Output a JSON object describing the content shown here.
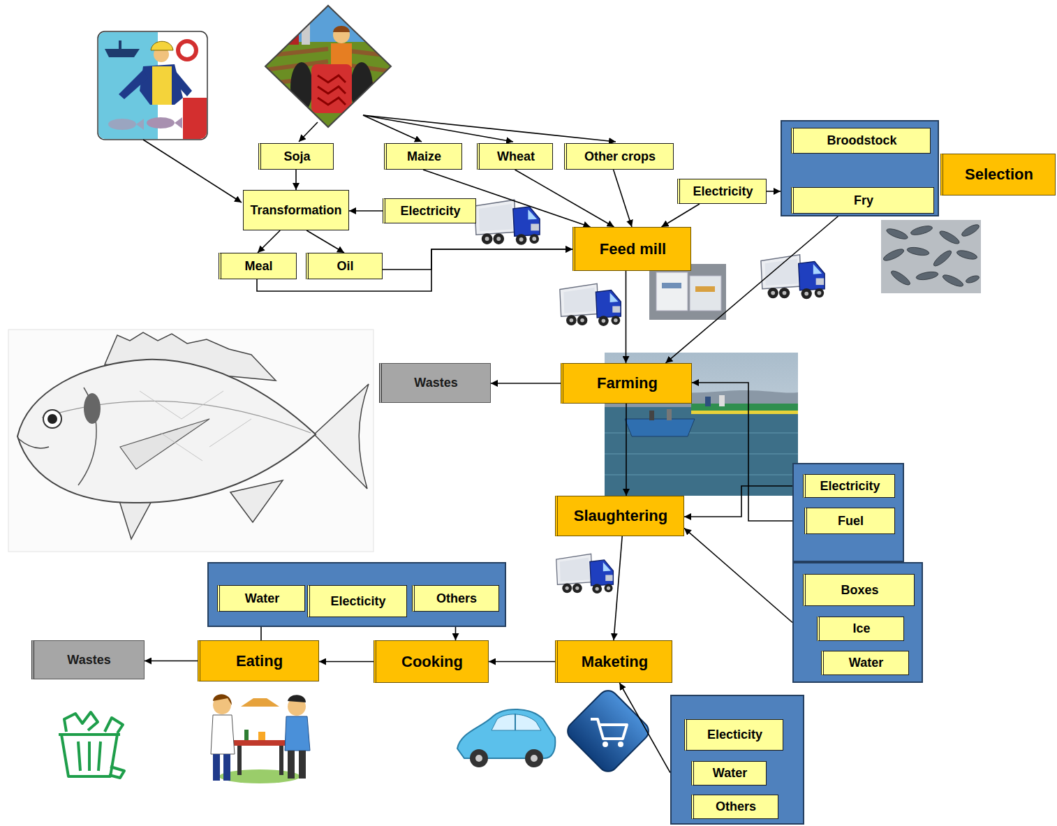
{
  "diagram": {
    "nodes": [
      {
        "text": [
          "Soja"
        ]
      },
      {
        "text": [
          "Maize"
        ]
      },
      {
        "text": [
          "Wheat"
        ]
      },
      {
        "text": [
          "Other crops"
        ]
      },
      {
        "text": []
      },
      {
        "text": [
          "Broodstock"
        ],
        "in": 4
      },
      {
        "text": [
          "Fry"
        ],
        "in": 4
      },
      {
        "text": [
          "Selection"
        ]
      },
      {
        "text": [
          "Transformation"
        ]
      },
      {
        "text": [
          "Electricity"
        ]
      },
      {
        "text": [
          "Electricity"
        ]
      },
      {
        "text": [
          "Meal"
        ]
      },
      {
        "text": [
          "Oil"
        ]
      },
      {
        "text": [
          "Feed mill"
        ]
      },
      {
        "text": [
          "Wastes"
        ]
      },
      {
        "text": [
          "Farming"
        ]
      },
      {
        "text": []
      },
      {
        "text": [
          "Electricity"
        ],
        "in": 16
      },
      {
        "text": [
          "Fuel"
        ],
        "in": 16
      },
      {
        "text": [
          "Slaughtering"
        ]
      },
      {
        "text": []
      },
      {
        "text": [
          "Boxes"
        ],
        "in": 20
      },
      {
        "text": [
          "Ice"
        ],
        "in": 20
      },
      {
        "text": [
          "Water"
        ],
        "in": 20
      },
      {
        "text": []
      },
      {
        "text": [
          "Water"
        ],
        "in": 24
      },
      {
        "text": [
          "Electicity"
        ],
        "in": 24
      },
      {
        "text": [
          "Others"
        ],
        "in": 24
      },
      {
        "text": [
          "Wastes"
        ]
      },
      {
        "text": [
          "Eating"
        ]
      },
      {
        "text": [
          "Cooking"
        ]
      },
      {
        "text": [
          "Maketing"
        ]
      },
      {
        "text": []
      },
      {
        "text": [
          "Electicity"
        ],
        "in": 32
      },
      {
        "text": [
          "Water"
        ],
        "in": 32
      },
      {
        "text": [
          "Others"
        ],
        "in": 32
      }
    ],
    "edges": [
      {
        "from": 0,
        "to": 8,
        "arrow": "to"
      },
      {
        "from": 9,
        "to": 8,
        "arrow": "to"
      },
      {
        "from": 8,
        "to": 11,
        "arrow": "to"
      },
      {
        "from": 8,
        "to": 12,
        "arrow": "to"
      },
      {
        "from": 11,
        "to": 13,
        "arrow": "to"
      },
      {
        "from": 12,
        "to": 13,
        "arrow": "to"
      },
      {
        "from": 1,
        "to": 13,
        "arrow": "to"
      },
      {
        "from": 2,
        "to": 13,
        "arrow": "to"
      },
      {
        "from": 3,
        "to": 13,
        "arrow": "to"
      },
      {
        "from": 10,
        "to": 13,
        "arrow": "to"
      },
      {
        "from": 10,
        "to": 4,
        "arrow": "to"
      },
      {
        "from": 5,
        "to": 6,
        "arrow": "to"
      },
      {
        "from": 6,
        "to": 15,
        "arrow": "to"
      },
      {
        "from": 13,
        "to": 15,
        "arrow": "to"
      },
      {
        "from": 15,
        "to": 14,
        "arrow": "to"
      },
      {
        "from": 15,
        "to": 19,
        "arrow": "to"
      },
      {
        "from": 18,
        "to": 15,
        "arrow": "to"
      },
      {
        "from": 17,
        "to": 19,
        "arrow": "to"
      },
      {
        "from": 20,
        "to": 19,
        "arrow": "to"
      },
      {
        "from": 19,
        "to": 31,
        "arrow": "to"
      },
      {
        "from": 32,
        "to": 31,
        "arrow": "to"
      },
      {
        "from": 31,
        "to": 30,
        "arrow": "to"
      },
      {
        "from": 30,
        "to": 29,
        "arrow": "to"
      },
      {
        "from": 27,
        "to": 30,
        "arrow": "to"
      },
      {
        "from": 25,
        "to": 29,
        "arrow": "none"
      },
      {
        "from": 29,
        "to": 28,
        "arrow": "to"
      }
    ]
  }
}
